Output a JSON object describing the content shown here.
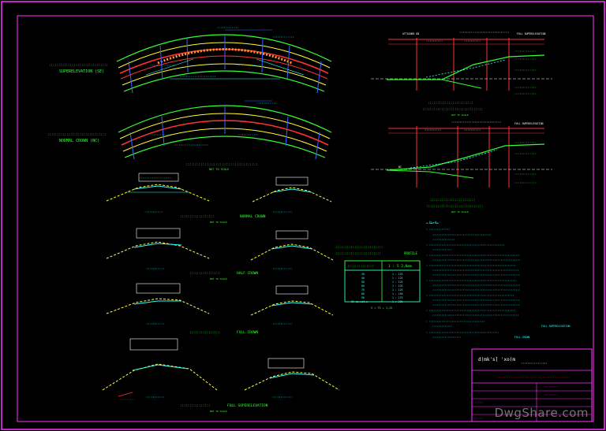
{
  "colors": {
    "background": "#000000",
    "frame": "#ff33ff",
    "green": "#33ff33",
    "yellow": "#ffff33",
    "red": "#ff3333",
    "cyan": "#33ffff",
    "blue": "#3366ff",
    "white": "#ffffff"
  },
  "plan": {
    "se_label": "SUPERELEVATION (SE)",
    "nc_label": "NORMAL CROWN (NC)",
    "caption_note": "NOT TO SCALE"
  },
  "sections": {
    "normal_crown": "NORMAL CROWN",
    "half_crown": "HALF CROWN",
    "full_crown": "FULL CROWN",
    "full_superelevation": "FULL SUPERELEVATION",
    "note": "NOT TO SCALE"
  },
  "profile": {
    "note": "NOT TO SCALE",
    "upper_labels": [
      "ATTAINED ON",
      "FULL SUPERELEVATION"
    ],
    "lower_labels": [
      "NC",
      "FULL SUPERELEVATION"
    ]
  },
  "table": {
    "label": "PROFILE",
    "header_left": "",
    "header_right": "1 : 5 2,Kmm",
    "rows": [
      [
        "30",
        "1 : 125"
      ],
      [
        "40",
        "1 : 125"
      ],
      [
        "50",
        "1 : 125"
      ],
      [
        "60",
        "1 : 125"
      ],
      [
        "70",
        "1 : 125"
      ],
      [
        "80",
        "1 : 150"
      ],
      [
        "90",
        "1 : 175"
      ],
      [
        "80 mo.ssd.o",
        "1 : 200"
      ]
    ],
    "footnote": "5 = 75 + 1,25"
  },
  "notes": {
    "heading": "ملاحظات",
    "full_superelevation": "FULL SUPERELEVATION",
    "full_crown": "FULL CROWN"
  },
  "title_block": {
    "title": "d(mk's]  'xo(m",
    "watermark": "DwgShare.com"
  }
}
